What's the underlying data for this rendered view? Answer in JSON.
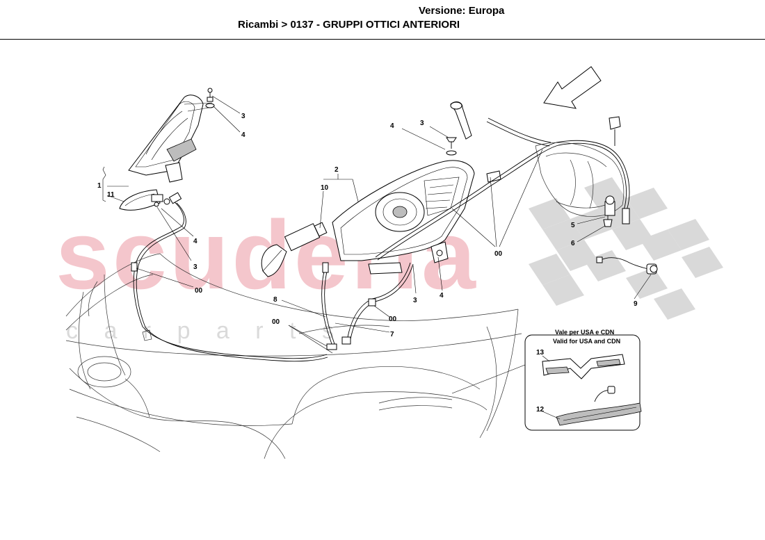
{
  "header": {
    "version": "Versione: Europa",
    "breadcrumb": "Ricambi > 0137 - GRUPPI OTTICI ANTERIORI"
  },
  "watermark": {
    "brand": "scuderia",
    "sub": "c a r   p a r t s"
  },
  "callouts": {
    "c1": "1",
    "c11": "11",
    "c3a": "3",
    "c4a": "4",
    "c4b": "4",
    "c3b": "3",
    "c00a": "00",
    "c2": "2",
    "c10": "10",
    "c4c": "4",
    "c3c": "3",
    "c00b": "00",
    "c3d": "3",
    "c4d": "4",
    "c8": "8",
    "c00c": "00",
    "c00d": "00",
    "c7": "7",
    "c5": "5",
    "c6": "6",
    "c9": "9",
    "c13": "13",
    "c12": "12"
  },
  "inset": {
    "title_it": "Vale per USA e CDN",
    "title_en": "Valid for USA and CDN"
  },
  "colors": {
    "watermark": "#f4c6cc",
    "checker": "#d9d9d9",
    "ink": "#000000"
  }
}
